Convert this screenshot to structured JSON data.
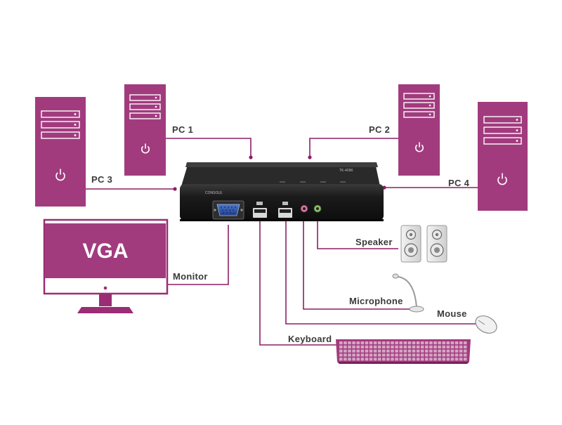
{
  "colors": {
    "accent": "#96246e",
    "accent_fill": "#a23b7e",
    "line": "#8c1f66",
    "device": "#1a1a1a",
    "label": "#3a3a3a"
  },
  "labels": {
    "pc1": "PC 1",
    "pc2": "PC 2",
    "pc3": "PC 3",
    "pc4": "PC 4",
    "monitor": "Monitor",
    "vga": "VGA",
    "speaker": "Speaker",
    "microphone": "Microphone",
    "mouse": "Mouse",
    "keyboard": "Keyboard"
  },
  "kvm": {
    "model": "TK-409K",
    "console": "CONSOLE"
  },
  "icons": [
    "power-icon",
    "drive-bay-icon",
    "monitor-icon",
    "speaker-icon",
    "microphone-icon",
    "mouse-icon",
    "keyboard-icon",
    "vga-port-icon",
    "usb-port-icon",
    "audio-jack-icon"
  ]
}
